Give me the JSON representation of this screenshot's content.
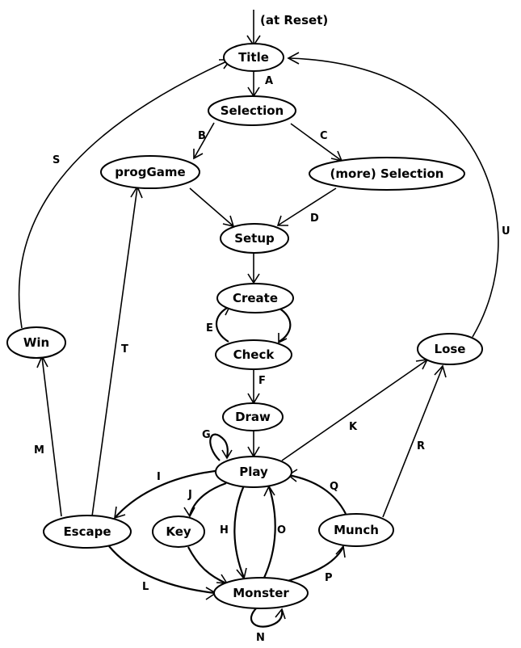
{
  "reset_label": "(at Reset)",
  "nodes": {
    "title": "Title",
    "selection": "Selection",
    "proggame": "progGame",
    "more_selection": "(more) Selection",
    "setup": "Setup",
    "create": "Create",
    "check": "Check",
    "draw": "Draw",
    "play": "Play",
    "win": "Win",
    "lose": "Lose",
    "escape": "Escape",
    "key": "Key",
    "munch": "Munch",
    "monster": "Monster"
  },
  "edges": {
    "A": "A",
    "B": "B",
    "C": "C",
    "D": "D",
    "E": "E",
    "F": "F",
    "G": "G",
    "H": "H",
    "I": "I",
    "J": "J",
    "K": "K",
    "L": "L",
    "M": "M",
    "N": "N",
    "O": "O",
    "P": "P",
    "Q": "Q",
    "R": "R",
    "S": "S",
    "T": "T",
    "U": "U"
  }
}
